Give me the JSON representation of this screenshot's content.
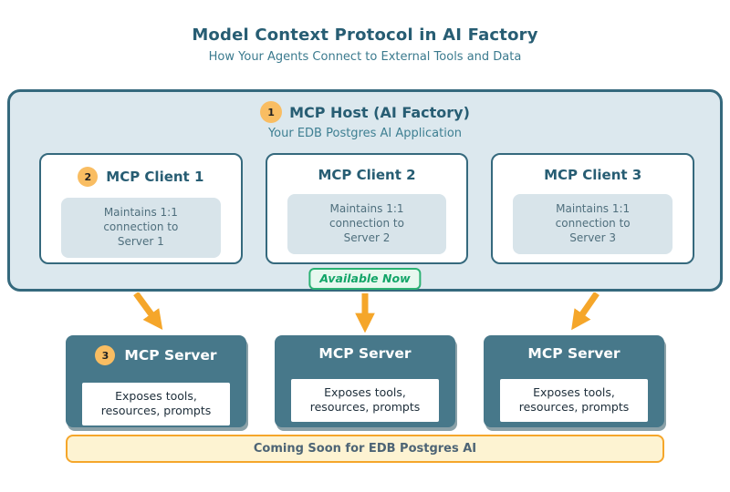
{
  "title": "Model Context Protocol in AI Factory",
  "subtitle": "How Your Agents Connect to External Tools and Data",
  "host": {
    "step_badge": "1",
    "title": "MCP Host (AI Factory)",
    "subtitle": "Your EDB Postgres AI Application",
    "clients": [
      {
        "step_badge": "2",
        "title": "MCP Client 1",
        "detail": "Maintains 1:1 connection to Server 1"
      },
      {
        "step_badge": "",
        "title": "MCP Client 2",
        "detail": "Maintains 1:1 connection to Server 2"
      },
      {
        "step_badge": "",
        "title": "MCP Client 3",
        "detail": "Maintains 1:1 connection to Server 3"
      }
    ],
    "status_badge": "Available Now"
  },
  "servers": [
    {
      "step_badge": "3",
      "title": "MCP Server",
      "detail": "Exposes tools, resources, prompts"
    },
    {
      "step_badge": "",
      "title": "MCP Server",
      "detail": "Exposes tools, resources, prompts"
    },
    {
      "step_badge": "",
      "title": "MCP Server",
      "detail": "Exposes tools, resources, prompts"
    }
  ],
  "banner": "Coming Soon for EDB Postgres AI",
  "colors": {
    "teal_dark": "#35697d",
    "teal_text": "#275d73",
    "teal_fill_light": "#dce8ee",
    "server_fill": "#47788a",
    "orange_accent": "#f5a62a",
    "orange_badge": "#f9bd62",
    "green_accent": "#12a568",
    "banner_fill": "#fdf3d2"
  }
}
